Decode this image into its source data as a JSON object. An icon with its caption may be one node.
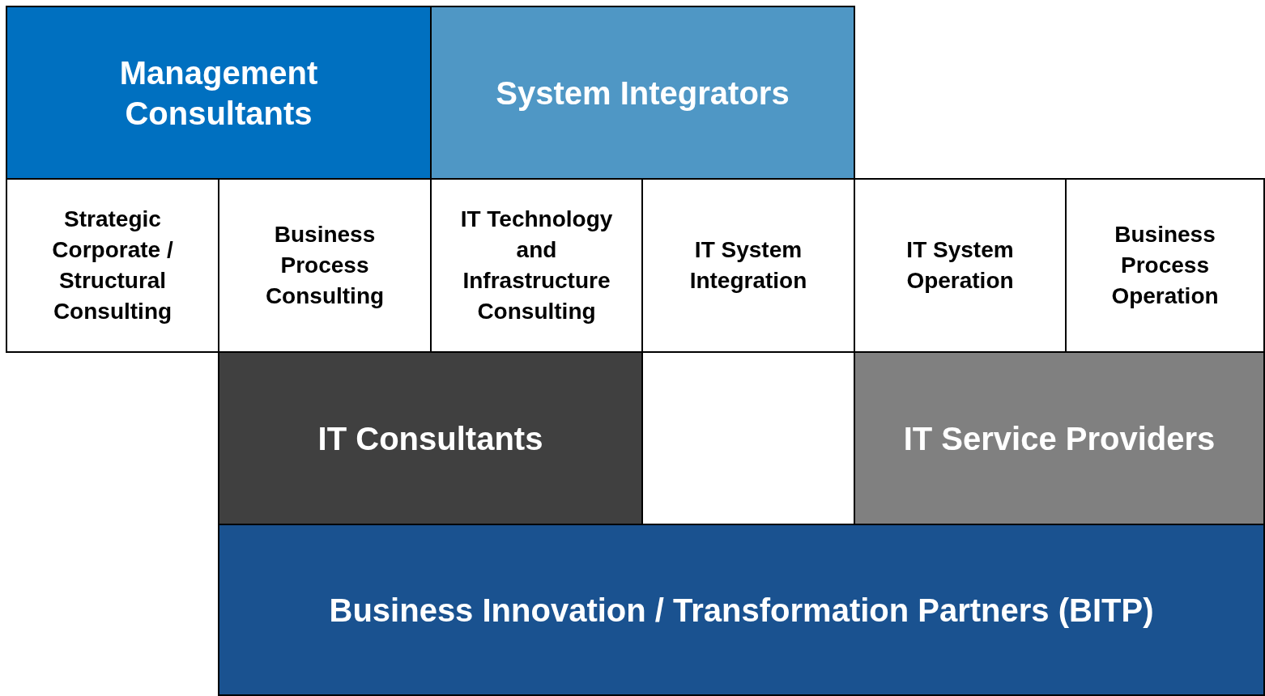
{
  "diagram": {
    "nodes": [
      {
        "text": [
          "Management Consultants"
        ]
      },
      {
        "text": [
          "System Integrators"
        ]
      },
      {
        "text": [
          "Strategic Corporate / Structural Consulting"
        ]
      },
      {
        "text": [
          "Business Process Consulting"
        ]
      },
      {
        "text": [
          "IT Technology and Infrastructure Consulting"
        ]
      },
      {
        "text": [
          "IT System Integration"
        ]
      },
      {
        "text": [
          "IT System Operation"
        ]
      },
      {
        "text": [
          "Business Process Operation"
        ]
      },
      {
        "text": [
          "IT Consultants"
        ]
      },
      {
        "text": [
          "IT Service Providers"
        ]
      },
      {
        "text": [
          "Business Innovation / Transformation Partners (BITP)"
        ]
      }
    ]
  }
}
